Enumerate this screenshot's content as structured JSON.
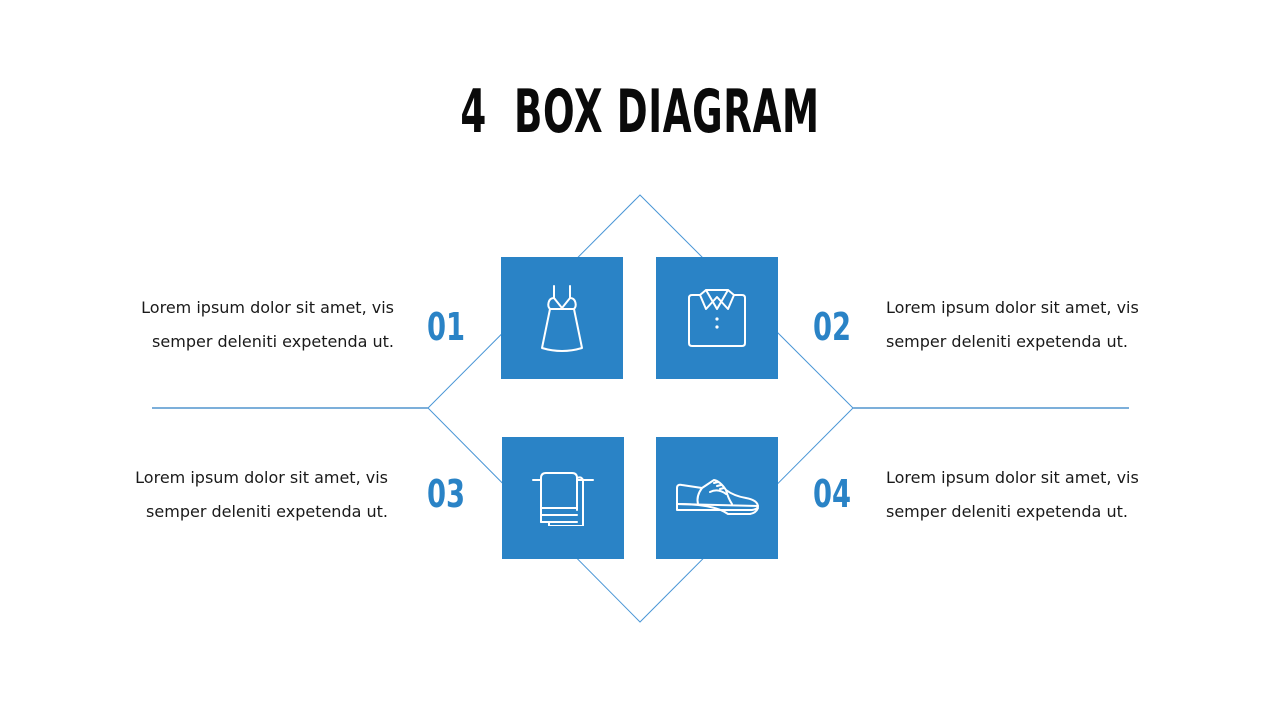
{
  "title": "4  BOX DIAGRAM",
  "colors": {
    "accent": "#2A83C6",
    "line": "#3B8ED0",
    "title": "#0a0a0a",
    "text": "#1a1a1a",
    "background": "#ffffff"
  },
  "items": [
    {
      "number": "01",
      "icon": "dress-icon",
      "text_line1": "Lorem ipsum dolor sit amet, vis",
      "text_line2": "semper deleniti expetenda ut."
    },
    {
      "number": "02",
      "icon": "folded-shirt-icon",
      "text_line1": "Lorem ipsum dolor sit amet, vis",
      "text_line2": "semper deleniti expetenda ut."
    },
    {
      "number": "03",
      "icon": "towel-icon",
      "text_line1": "Lorem ipsum dolor sit amet, vis",
      "text_line2": "semper deleniti expetenda ut."
    },
    {
      "number": "04",
      "icon": "shoe-icon",
      "text_line1": "Lorem ipsum dolor sit amet, vis",
      "text_line2": "semper deleniti expetenda ut."
    }
  ]
}
